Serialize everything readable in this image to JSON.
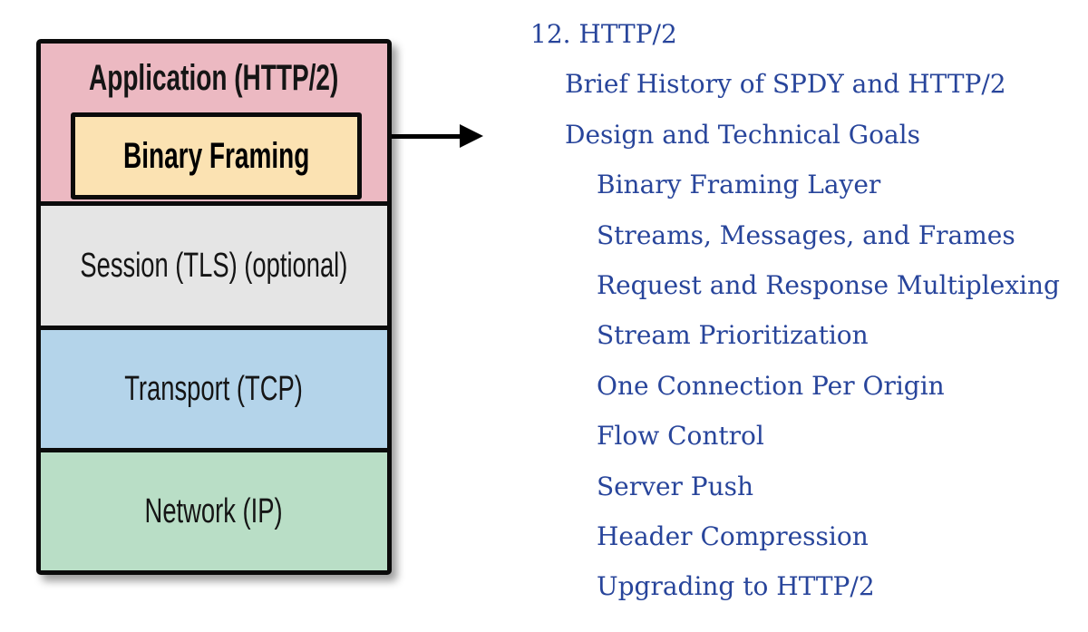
{
  "diagram": {
    "layers": [
      {
        "label": "Application (HTTP/2)",
        "color": "#ecb9c2"
      },
      {
        "label": "Binary Framing",
        "color": "#fbe2b2"
      },
      {
        "label": "Session (TLS) (optional)",
        "color": "#e5e5e5"
      },
      {
        "label": "Transport (TCP)",
        "color": "#b4d4ea"
      },
      {
        "label": "Network (IP)",
        "color": "#b9dec6"
      }
    ],
    "border_color": "#0b0b0b",
    "arrow_color": "#000000"
  },
  "toc": {
    "link_color": "#28459b",
    "items": [
      {
        "label": "12. HTTP/2",
        "level": 1
      },
      {
        "label": "Brief History of SPDY and HTTP/2",
        "level": 2
      },
      {
        "label": "Design and Technical Goals",
        "level": 2
      },
      {
        "label": "Binary Framing Layer",
        "level": 3
      },
      {
        "label": "Streams, Messages, and Frames",
        "level": 3
      },
      {
        "label": "Request and Response Multiplexing",
        "level": 3
      },
      {
        "label": "Stream Prioritization",
        "level": 3
      },
      {
        "label": "One Connection Per Origin",
        "level": 3
      },
      {
        "label": "Flow Control",
        "level": 3
      },
      {
        "label": "Server Push",
        "level": 3
      },
      {
        "label": "Header Compression",
        "level": 3
      },
      {
        "label": "Upgrading to HTTP/2",
        "level": 3
      }
    ]
  }
}
